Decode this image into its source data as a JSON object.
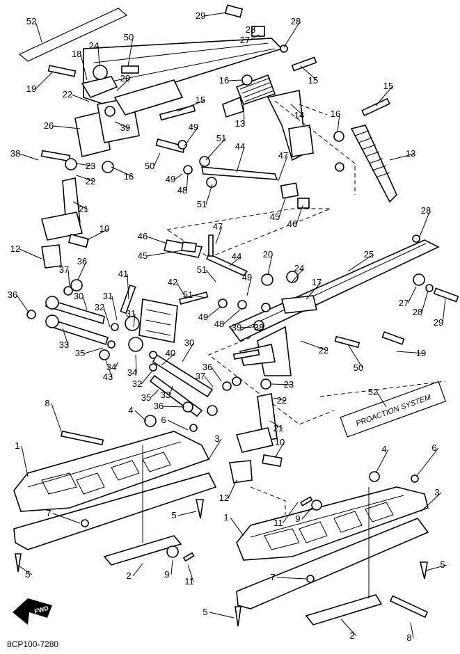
{
  "diagram": {
    "code": "8CP100-7280",
    "fwd_label": "FWD",
    "banner_text": "PROACTION SYSTEM",
    "callouts": [
      "1",
      "2",
      "3",
      "4",
      "5",
      "6",
      "7",
      "8",
      "9",
      "10",
      "11",
      "12",
      "13",
      "14",
      "15",
      "16",
      "17",
      "18",
      "19",
      "20",
      "21",
      "22",
      "23",
      "24",
      "25",
      "26",
      "27",
      "28",
      "29",
      "30",
      "31",
      "32",
      "33",
      "34",
      "35",
      "36",
      "37",
      "38",
      "39",
      "40",
      "41",
      "42",
      "43",
      "44",
      "45",
      "46",
      "47",
      "48",
      "49",
      "50",
      "51",
      "52"
    ]
  }
}
